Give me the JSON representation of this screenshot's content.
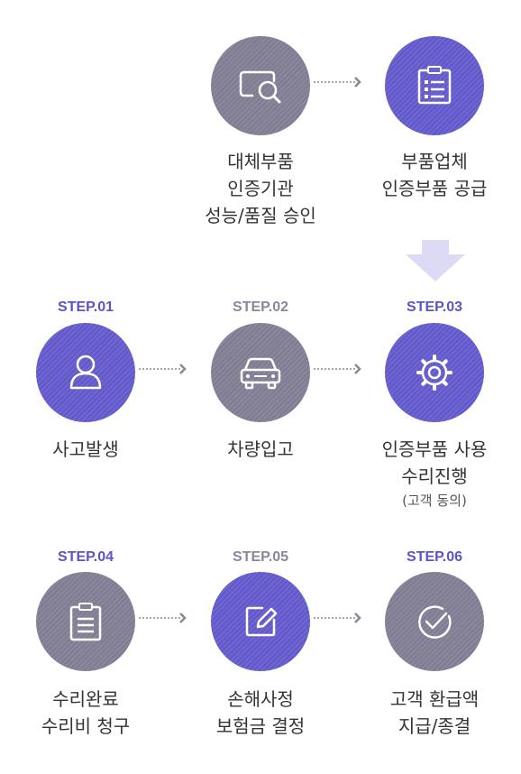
{
  "top": {
    "node1": {
      "label": [
        "대체부품",
        "인증기관",
        "성능/품질 승인"
      ],
      "icon": "search-window-icon"
    },
    "node2": {
      "label": [
        "부품업체",
        "인증부품 공급"
      ],
      "icon": "clipboard-list-icon"
    }
  },
  "steps": [
    {
      "step": "STEP.01",
      "label": [
        "사고발생"
      ],
      "icon": "person-icon"
    },
    {
      "step": "STEP.02",
      "label": [
        "차량입고"
      ],
      "icon": "car-icon"
    },
    {
      "step": "STEP.03",
      "label": [
        "인증부품 사용",
        "수리진행"
      ],
      "note": "(고객 동의)",
      "icon": "gear-icon"
    },
    {
      "step": "STEP.04",
      "label": [
        "수리완료",
        "수리비 청구"
      ],
      "icon": "clipboard-icon"
    },
    {
      "step": "STEP.05",
      "label": [
        "손해사정",
        "보험금 결정"
      ],
      "icon": "edit-icon"
    },
    {
      "step": "STEP.06",
      "label": [
        "고객 환급액",
        "지급/종결"
      ],
      "icon": "check-circle-icon"
    }
  ],
  "colors": {
    "purple": "#6a62d0",
    "gray": "#868299",
    "arrow": "#dcdaf5"
  }
}
